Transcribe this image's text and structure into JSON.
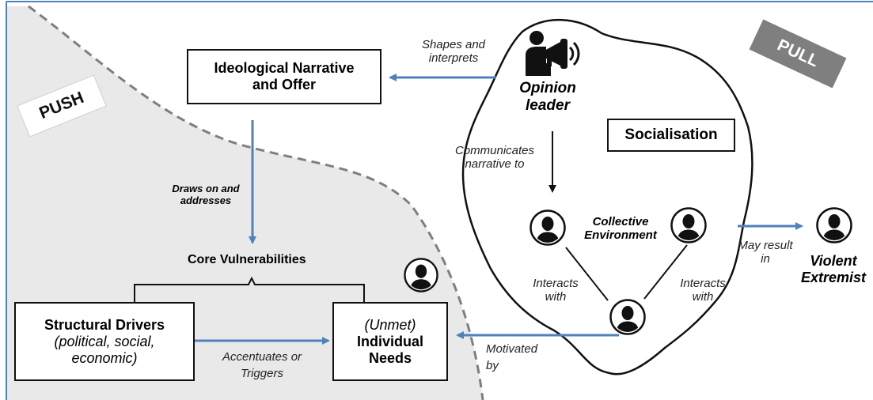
{
  "tags": {
    "push": "PUSH",
    "pull": "PULL"
  },
  "boxes": {
    "ideological": {
      "line1": "Ideological Narrative",
      "line2": "and Offer"
    },
    "socialisation": "Socialisation",
    "structural": {
      "line1": "Structural Drivers",
      "line2": "(political, social,",
      "line3": "economic)"
    },
    "needs": {
      "line1": "(Unmet)",
      "line2": "Individual",
      "line3": "Needs"
    }
  },
  "nodes": {
    "opinion_leader": {
      "line1": "Opinion",
      "line2": "leader"
    },
    "collective": {
      "line1": "Collective",
      "line2": "Environment"
    },
    "violent": {
      "line1": "Violent",
      "line2": "Extremist"
    },
    "core": "Core Vulnerabilities"
  },
  "edges": {
    "shapes": {
      "line1": "Shapes and",
      "line2": "interprets"
    },
    "communicates": {
      "line1": "Communicates",
      "line2": "narrative to"
    },
    "draws": {
      "line1": "Draws on and",
      "line2": "addresses"
    },
    "interacts_left": {
      "line1": "Interacts",
      "line2": "with"
    },
    "interacts_right": {
      "line1": "Interacts",
      "line2": "with"
    },
    "may_result": {
      "line1": "May result",
      "line2": "in"
    },
    "motivated": {
      "line1": "Motivated",
      "line2": "by"
    },
    "accentuates": {
      "line1": "Accentuates or",
      "line2": "Triggers"
    }
  },
  "colors": {
    "blue_arrow": "#4F81BD",
    "push_area": "#E9E9E9",
    "dashed_line": "#7F7F7F",
    "frame": "#4F81BD",
    "pull_tag": "#7F7F7F"
  },
  "icons": [
    "megaphone-person-icon",
    "person-icon"
  ]
}
